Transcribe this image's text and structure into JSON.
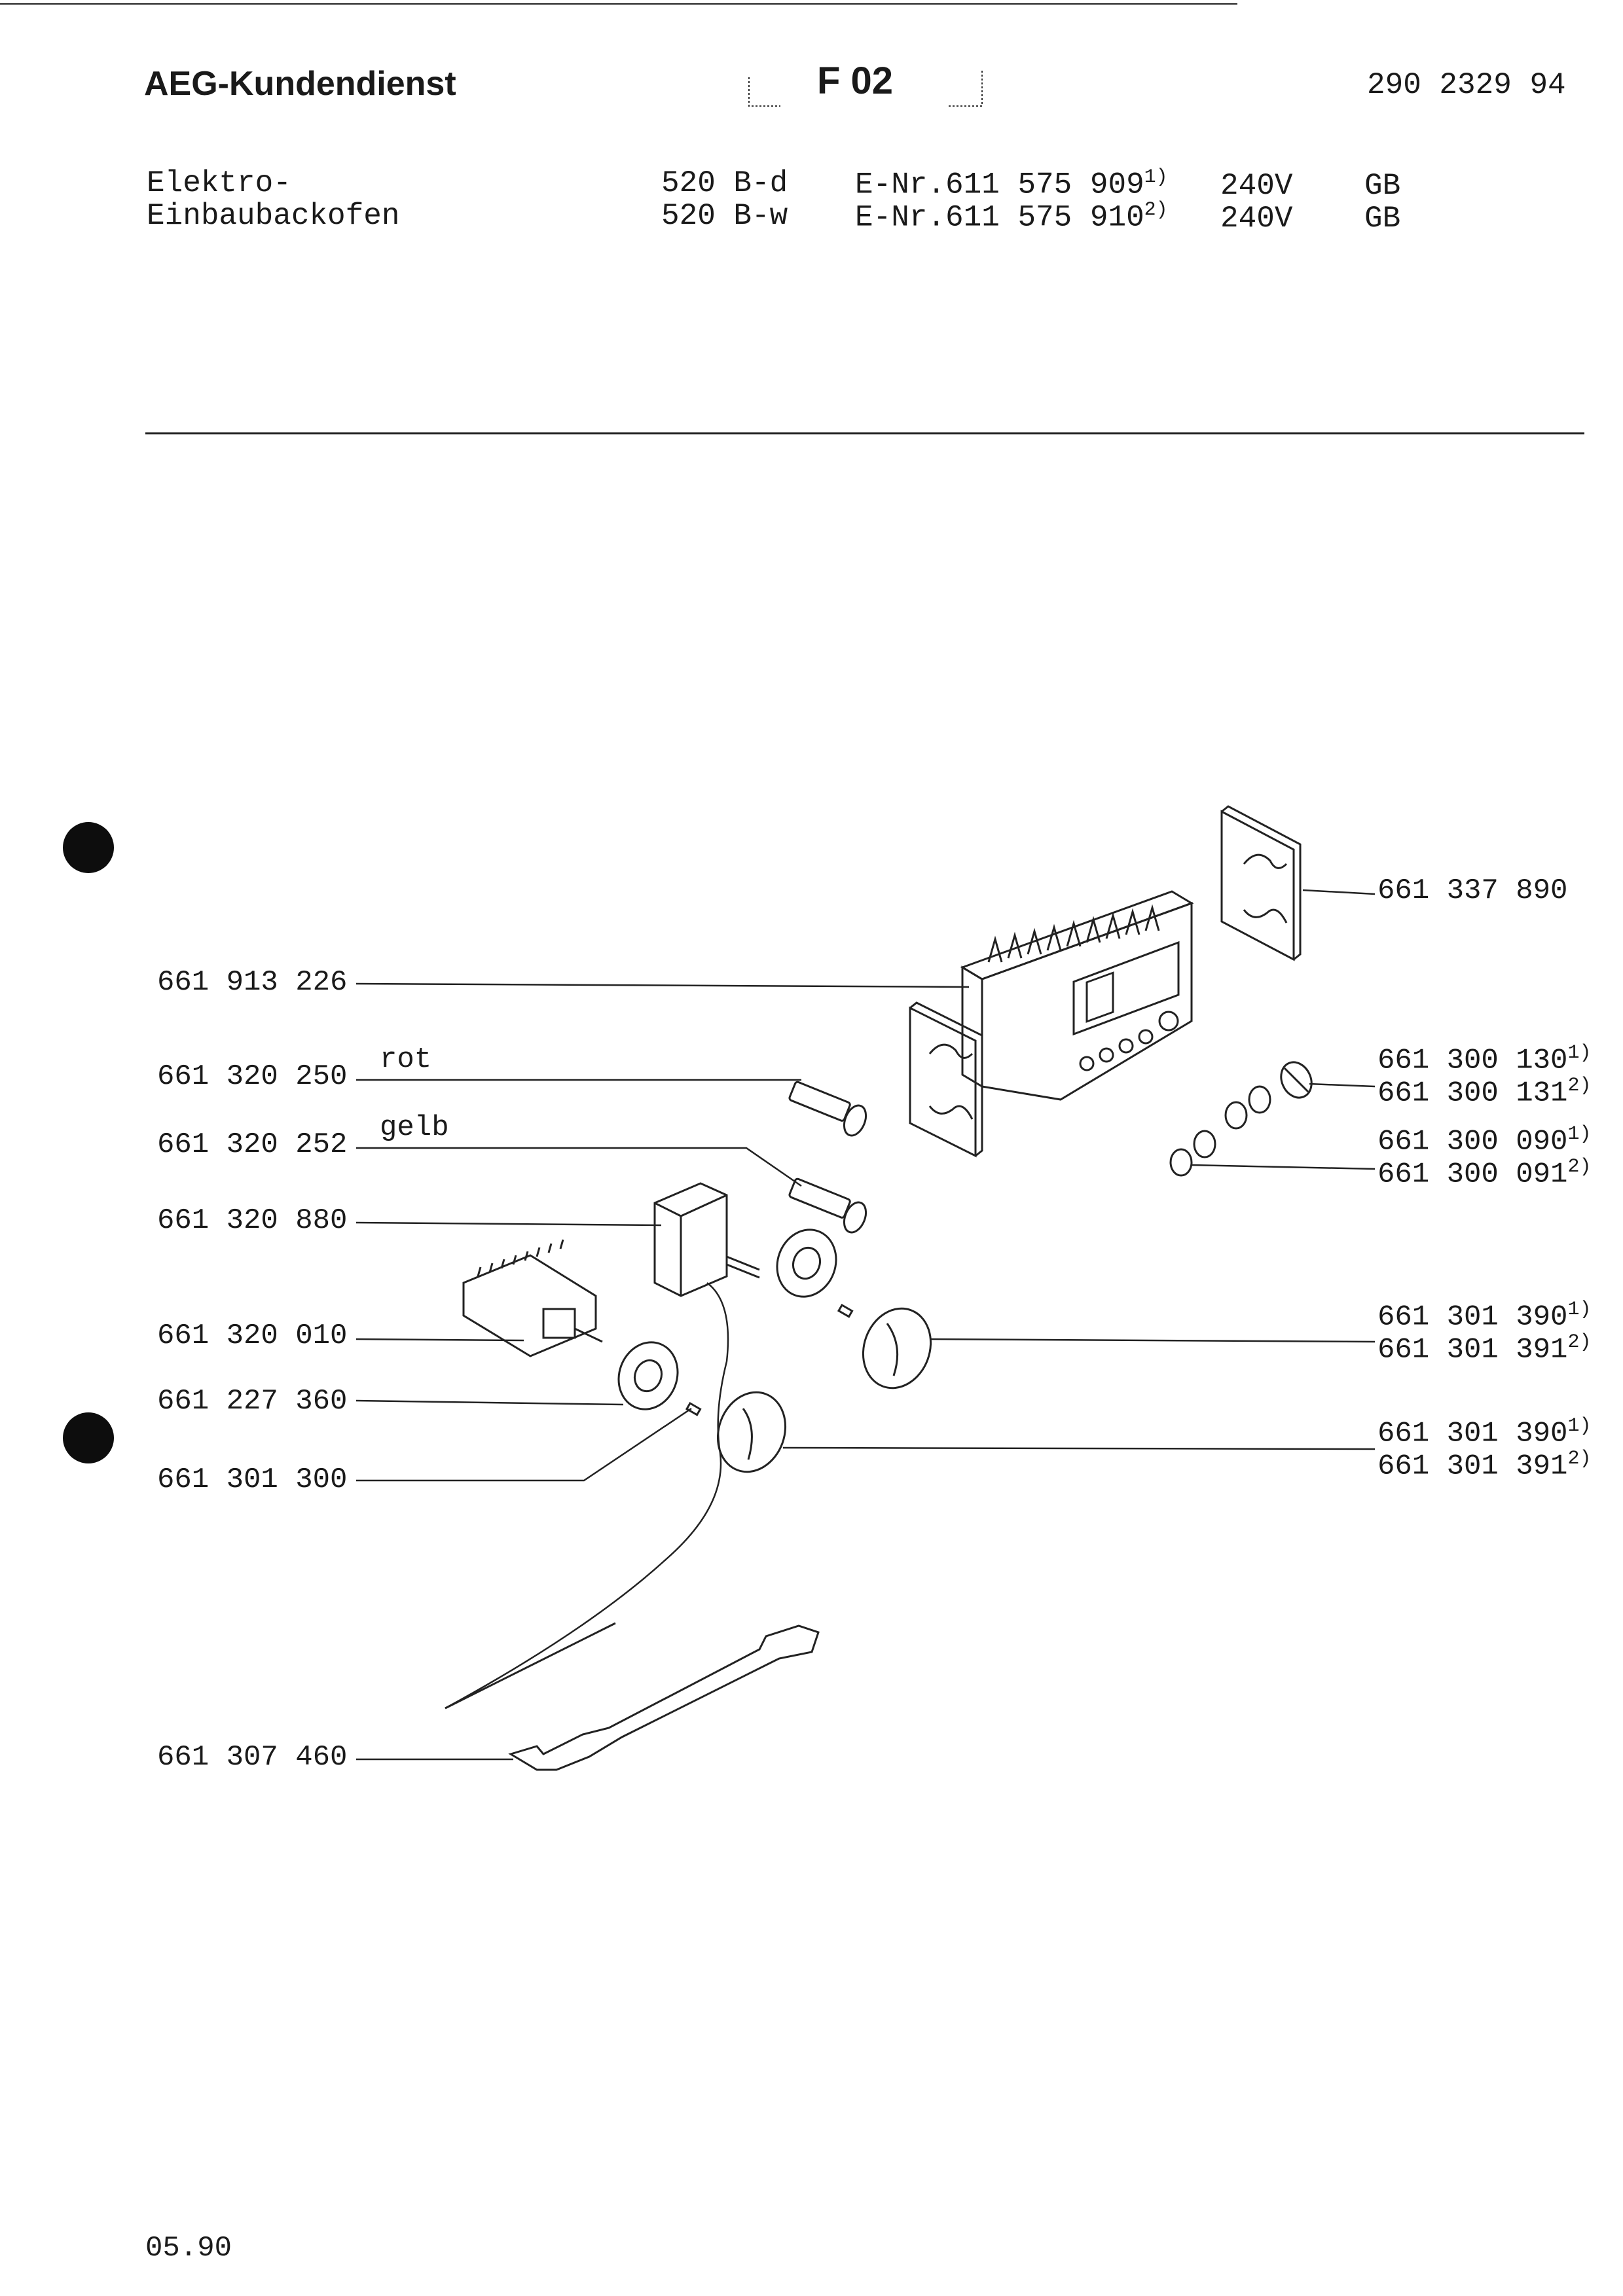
{
  "header": {
    "brand": "AEG-Kundendienst",
    "sheet": "F 02",
    "doc_number": "290 2329 94"
  },
  "product": {
    "name_line1": "Elektro-",
    "name_line2": "Einbaubackofen",
    "variants": [
      {
        "model": "520 B-d",
        "enr": "E-Nr.611 575 909",
        "note": "1)",
        "voltage": "240V",
        "country": "GB"
      },
      {
        "model": "520 B-w",
        "enr": "E-Nr.611 575 910",
        "note": "2)",
        "voltage": "240V",
        "country": "GB"
      }
    ]
  },
  "parts_left": [
    {
      "number": "661 913 226",
      "note": ""
    },
    {
      "number": "661 320 250",
      "note": "rot"
    },
    {
      "number": "661 320 252",
      "note": "gelb"
    },
    {
      "number": "661 320 880",
      "note": ""
    },
    {
      "number": "661 320 010",
      "note": ""
    },
    {
      "number": "661 227 360",
      "note": ""
    },
    {
      "number": "661 301 300",
      "note": ""
    },
    {
      "number": "661 307 460",
      "note": ""
    }
  ],
  "parts_right": [
    {
      "number": "661 337 890",
      "note": ""
    },
    {
      "number": "661 300 130",
      "note": "1)"
    },
    {
      "number": "661 300 131",
      "note": "2)"
    },
    {
      "number": "661 300 090",
      "note": "1)"
    },
    {
      "number": "661 300 091",
      "note": "2)"
    },
    {
      "number": "661 301 390",
      "note": "1)"
    },
    {
      "number": "661 301 391",
      "note": "2)"
    },
    {
      "number": "661 301 390",
      "note": "1)"
    },
    {
      "number": "661 301 391",
      "note": "2)"
    }
  ],
  "footer": {
    "date": "05.90"
  }
}
